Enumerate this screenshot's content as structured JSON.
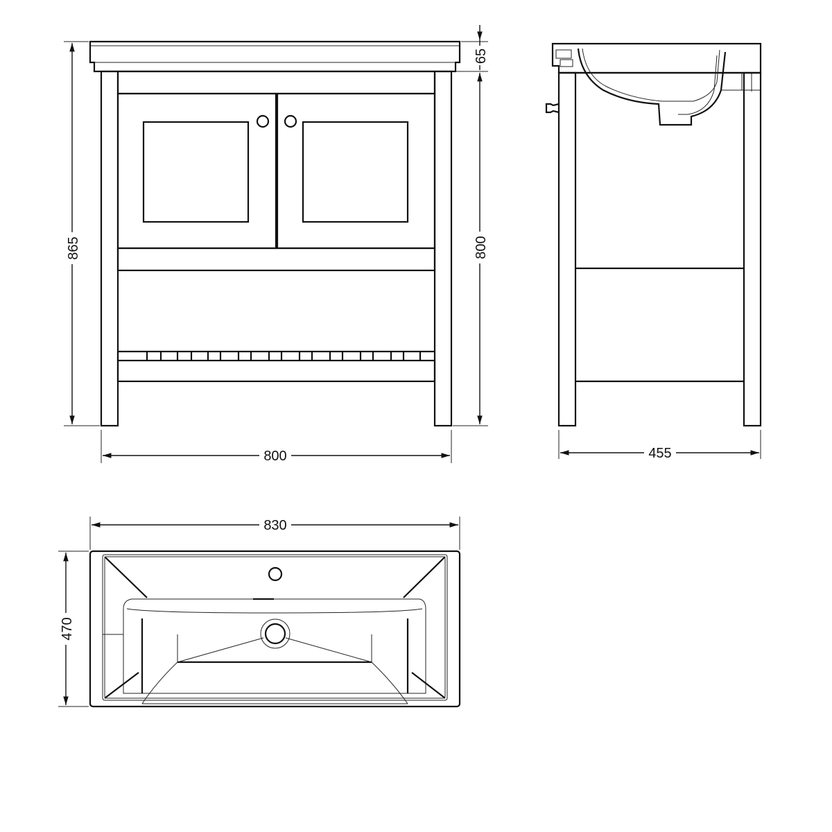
{
  "title": "Vanity unit with basin - technical dimension drawing",
  "units": "mm",
  "front_view": {
    "height_total": "865",
    "basin_height": "65",
    "unit_height": "800",
    "unit_width": "800"
  },
  "side_view": {
    "depth": "455"
  },
  "plan_view": {
    "basin_width": "830",
    "basin_depth": "470"
  },
  "colors": {
    "line": "#111111",
    "background": "#ffffff"
  }
}
